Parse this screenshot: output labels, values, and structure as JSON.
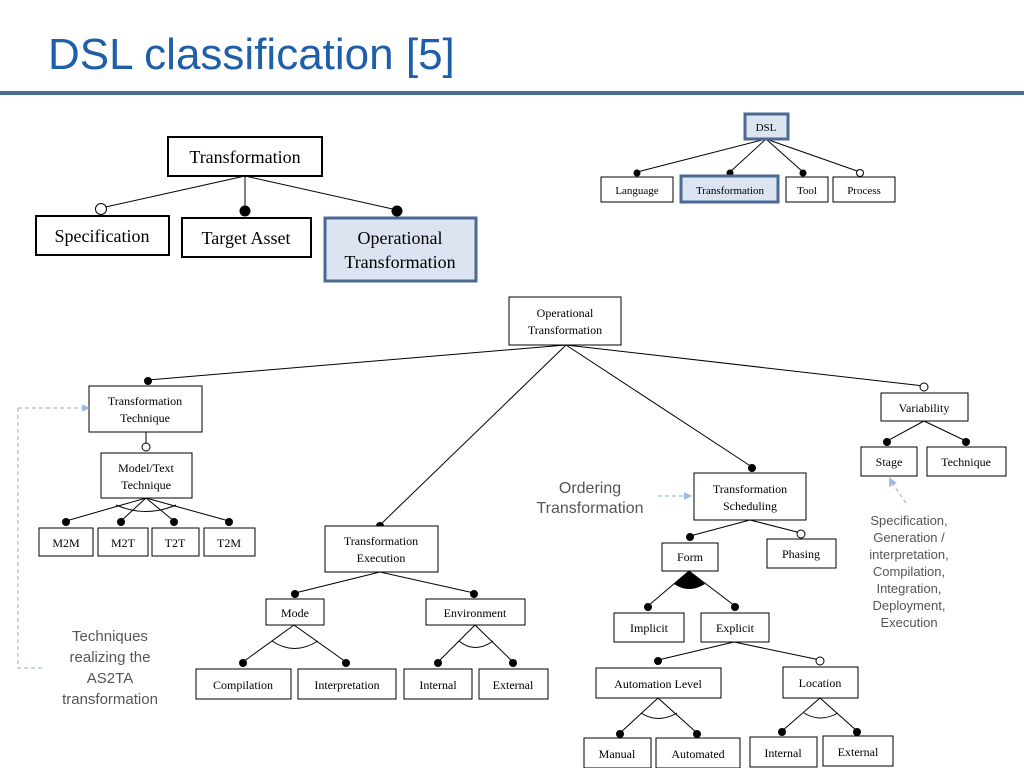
{
  "slide": {
    "title": "DSL classification [5]"
  },
  "top_left": {
    "root": "Transformation",
    "children": [
      "Specification",
      "Target Asset",
      "Operational",
      "Transformation"
    ]
  },
  "top_right": {
    "root": "DSL",
    "children": [
      "Language",
      "Transformation",
      "Tool",
      "Process"
    ]
  },
  "main": {
    "root": [
      "Operational",
      "Transformation"
    ],
    "technique": [
      "Transformation",
      "Technique"
    ],
    "model_text": [
      "Model/Text",
      "Technique"
    ],
    "m2m": "M2M",
    "m2t": "M2T",
    "t2t": "T2T",
    "t2m": "T2M",
    "execution": [
      "Transformation",
      "Execution"
    ],
    "mode": "Mode",
    "compilation": "Compilation",
    "interpretation": "Interpretation",
    "environment": "Environment",
    "env_internal": "Internal",
    "env_external": "External",
    "scheduling": [
      "Transformation",
      "Scheduling"
    ],
    "form": "Form",
    "phasing": "Phasing",
    "implicit": "Implicit",
    "explicit": "Explicit",
    "automation_level": "Automation Level",
    "location": "Location",
    "manual": "Manual",
    "automated": "Automated",
    "loc_internal": "Internal",
    "loc_external": "External",
    "variability": "Variability",
    "stage": "Stage",
    "var_technique": "Technique"
  },
  "notes": {
    "ordering": [
      "Ordering",
      "Transformation"
    ],
    "techniques": [
      "Techniques",
      "realizing the",
      "AS2TA",
      "transformation"
    ],
    "stages": [
      "Specification,",
      "Generation /",
      "interpretation,",
      "Compilation,",
      "Integration,",
      "Deployment,",
      "Execution"
    ]
  }
}
